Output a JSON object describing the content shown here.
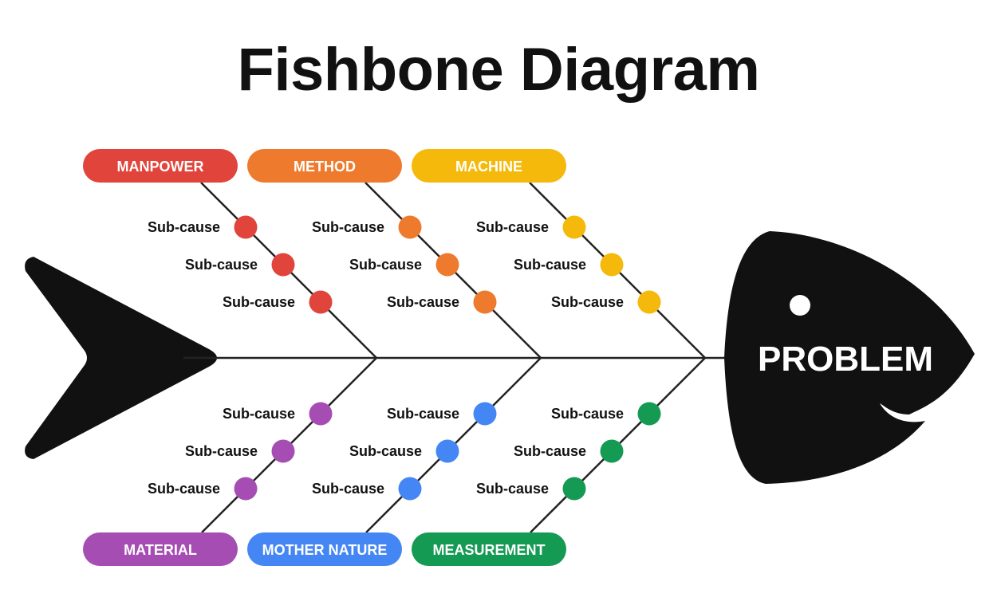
{
  "title": "Fishbone Diagram",
  "problem": "PROBLEM",
  "sub_cause_label": "Sub-cause",
  "categories": [
    {
      "label": "MANPOWER",
      "color": "#E0443A",
      "position": "top"
    },
    {
      "label": "METHOD",
      "color": "#EE7A2E",
      "position": "top"
    },
    {
      "label": "MACHINE",
      "color": "#F5B90B",
      "position": "top"
    },
    {
      "label": "MATERIAL",
      "color": "#A64DB4",
      "position": "bottom"
    },
    {
      "label": "MOTHER NATURE",
      "color": "#4486F4",
      "position": "bottom"
    },
    {
      "label": "MEASUREMENT",
      "color": "#159A54",
      "position": "bottom"
    }
  ],
  "colors": {
    "skeleton": "#111111",
    "background": "#FFFFFF"
  }
}
